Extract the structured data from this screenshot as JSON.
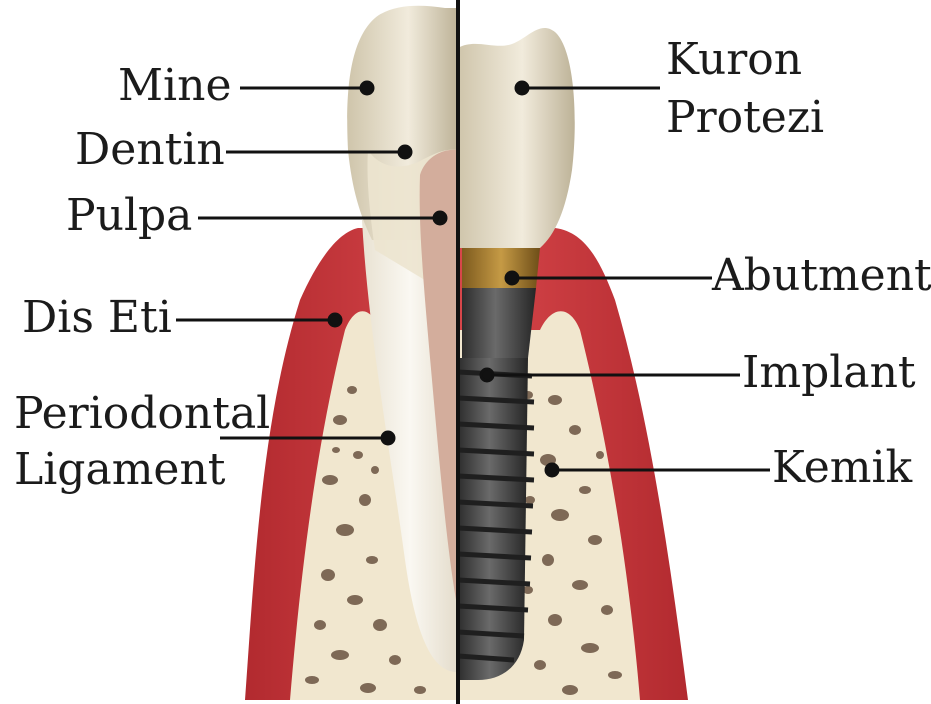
{
  "labels_left": [
    {
      "id": "mine",
      "text": "Mine"
    },
    {
      "id": "dentin",
      "text": "Dentin"
    },
    {
      "id": "pulpa",
      "text": "Pulpa"
    },
    {
      "id": "dis_eti",
      "text": "Dis Eti"
    },
    {
      "id": "periodontal",
      "text": "Periodontal"
    },
    {
      "id": "ligament",
      "text": "Ligament"
    }
  ],
  "labels_right": [
    {
      "id": "kuron",
      "text": "Kuron"
    },
    {
      "id": "protezi",
      "text": "Protezi"
    },
    {
      "id": "abutment",
      "text": "Abutment"
    },
    {
      "id": "implant",
      "text": "Implant"
    },
    {
      "id": "kemik",
      "text": "Kemik"
    }
  ],
  "colors": {
    "gum": "#c9363b",
    "gum_dark": "#8e1e22",
    "bone": "#f1e7cf",
    "bone_pore": "#6a5442",
    "enamel": "#d9d0b9",
    "dentin": "#ece4cf",
    "pulp": "#d9b6a6",
    "root": "#f3efe6",
    "crown": "#e2d8c2",
    "abutment_gold": "#a67c2c",
    "abutment_gray": "#595959",
    "implant": "#3e3e3e",
    "leader": "#111111"
  }
}
